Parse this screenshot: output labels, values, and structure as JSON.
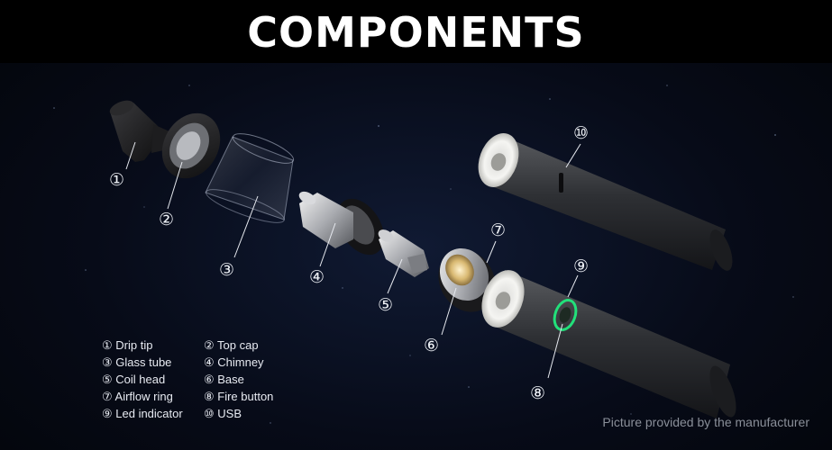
{
  "title": "COMPONENTS",
  "callouts": [
    "①",
    "②",
    "③",
    "④",
    "⑤",
    "⑥",
    "⑦",
    "⑧",
    "⑨",
    "⑩"
  ],
  "legend": {
    "col1": [
      "① Drip tip",
      "③ Glass tube",
      "⑤ Coil head",
      "⑦ Airflow ring",
      "⑨ Led indicator"
    ],
    "col2": [
      "② Top cap",
      "④ Chimney",
      "⑥ Base",
      "⑧ Fire button",
      "⑩ USB"
    ]
  },
  "credit": "Picture provided by the manufacturer",
  "colors": {
    "background": "#070b18",
    "header": "#000000",
    "title": "#ffffff",
    "led": "#22e07a"
  }
}
